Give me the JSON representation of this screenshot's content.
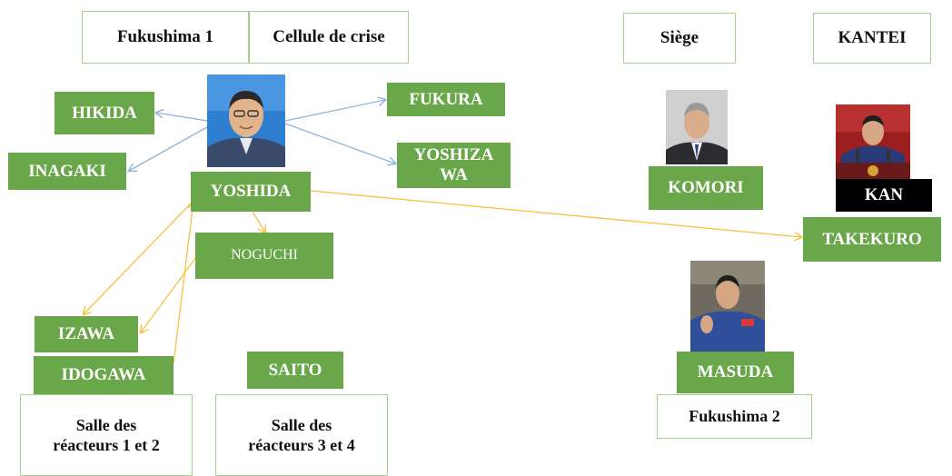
{
  "headers": {
    "fukushima1": "Fukushima 1",
    "crisis_cell": "Cellule de crise",
    "siege": "Siège",
    "kantei": "KANTEI"
  },
  "people": {
    "yoshida": "YOSHIDA",
    "hikida": "HIKIDA",
    "inagaki": "INAGAKI",
    "fukura": "FUKURA",
    "yoshizawa": "YOSHIZA\nWA",
    "noguchi": "NOGUCHI",
    "izawa": "IZAWA",
    "idogawa": "IDOGAWA",
    "saito": "SAITO",
    "komori": "KOMORI",
    "kan": "KAN",
    "takekuro": "TAKEKURO",
    "masuda": "MASUDA"
  },
  "locations": {
    "room12": "Salle des\nréacteurs 1 et 2",
    "room34": "Salle des\nréacteurs 3 et 4",
    "fukushima2": "Fukushima 2"
  },
  "colors": {
    "tag_green": "#6aa74a",
    "box_border": "#a9cf8e",
    "arrow_blue": "#8fb4dc",
    "arrow_yellow": "#f5c242"
  }
}
